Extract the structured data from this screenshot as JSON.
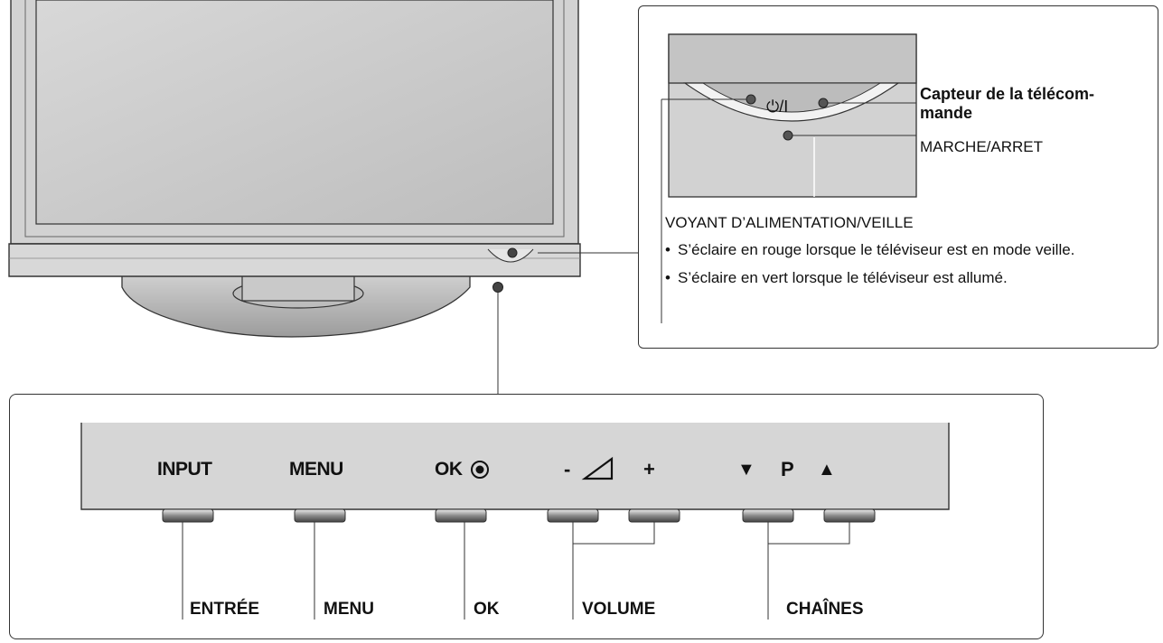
{
  "callout": {
    "remote_sensor_label_line1": "Capteur de la télécom-",
    "remote_sensor_label_line2": "mande",
    "power_label": "MARCHE/ARRET",
    "power_button_symbol": "⏻/I",
    "indicator_title": "VOYANT D’ALIMENTATION/VEILLE",
    "indicator_bullets": [
      "S’éclaire en rouge lorsque le téléviseur est en mode veille.",
      "S’éclaire en vert lorsque le téléviseur est allumé."
    ]
  },
  "panel": {
    "buttons": [
      {
        "face": "INPUT",
        "function": "ENTRÉE"
      },
      {
        "face": "MENU",
        "function": "MENU"
      },
      {
        "face": "OK",
        "function": "OK"
      },
      {
        "face_minus": "-",
        "face_plus": "+",
        "function": "VOLUME"
      },
      {
        "face_down": "▼",
        "face_mid": "P",
        "face_up": "▲",
        "function": "CHAÎNES"
      }
    ]
  },
  "colors": {
    "tv_frame": "#cfcfcf",
    "screen": "#c8c8c8",
    "panel_face": "#d4d4d4",
    "outline": "#333333"
  },
  "icons": [
    "power-standby-icon",
    "ok-circle-icon",
    "volume-wedge-icon"
  ]
}
